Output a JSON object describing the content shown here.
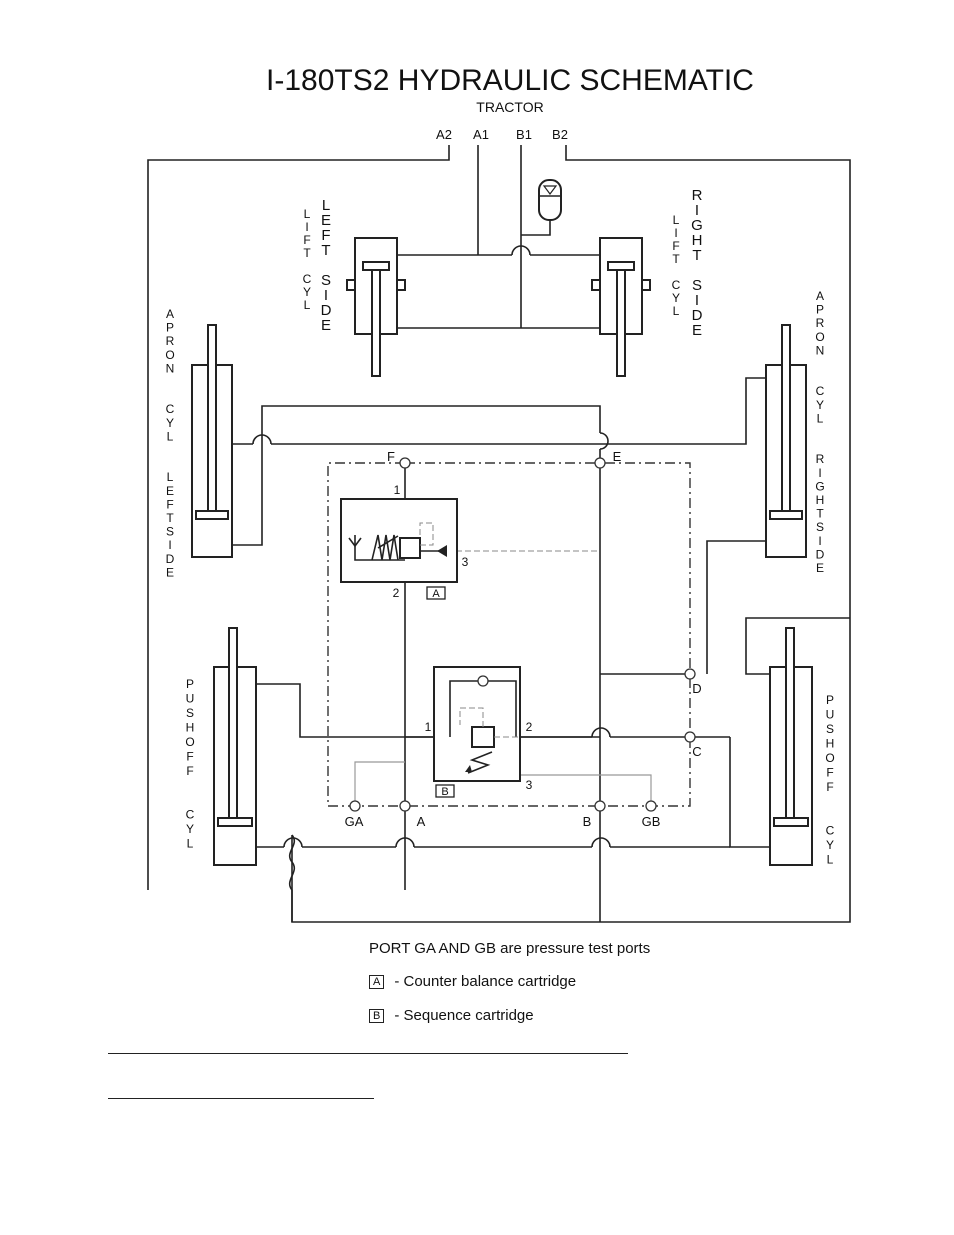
{
  "title": "I-180TS2 HYDRAULIC SCHEMATIC",
  "subtitle": "TRACTOR",
  "tractor_ports": {
    "a2": "A2",
    "a1": "A1",
    "b1": "B1",
    "b2": "B2"
  },
  "side_labels": {
    "lift_cyl_left_1": [
      "L",
      "I",
      "F",
      "T",
      " ",
      "C",
      "Y",
      "L"
    ],
    "lift_cyl_left_2": [
      "L",
      "E",
      "F",
      "T",
      " ",
      "S",
      "I",
      "D",
      "E"
    ],
    "lift_cyl_right_1": [
      "L",
      "I",
      "F",
      "T",
      " ",
      "C",
      "Y",
      "L"
    ],
    "lift_cyl_right_2": [
      "R",
      "I",
      "G",
      "H",
      "T",
      " ",
      "S",
      "I",
      "D",
      "E"
    ],
    "apron_left": [
      "A",
      "P",
      "R",
      "O",
      "N",
      " ",
      " ",
      "C",
      "Y",
      "L",
      " ",
      " ",
      "L",
      "E",
      "F",
      "T",
      "S",
      "I",
      "D",
      "E"
    ],
    "apron_right": [
      "A",
      "P",
      "R",
      "O",
      "N",
      " ",
      " ",
      "C",
      "Y",
      "L",
      " ",
      " ",
      "R",
      "I",
      "G",
      "H",
      "T",
      "S",
      "I",
      "D",
      "E"
    ],
    "pushoff_left": [
      "P",
      "U",
      "S",
      "H",
      "O",
      "F",
      "F",
      " ",
      " ",
      "C",
      "Y",
      "L"
    ],
    "pushoff_right": [
      "P",
      "U",
      "S",
      "H",
      "O",
      "F",
      "F",
      " ",
      " ",
      "C",
      "Y",
      "L"
    ]
  },
  "valve_ports": {
    "f": "F",
    "e": "E",
    "d": "D",
    "c": "C",
    "ga": "GA",
    "a": "A",
    "b": "B",
    "gb": "GB"
  },
  "cartridge_a": {
    "tag": "A",
    "p1": "1",
    "p2": "2",
    "p3": "3"
  },
  "cartridge_b": {
    "tag": "B",
    "p1": "1",
    "p2": "2",
    "p3": "3"
  },
  "legend": {
    "note": "PORT GA AND GB are pressure test ports",
    "items": [
      {
        "tag": "A",
        "text": "-  Counter balance cartridge"
      },
      {
        "tag": "B",
        "text": "-  Sequence cartridge"
      }
    ]
  }
}
